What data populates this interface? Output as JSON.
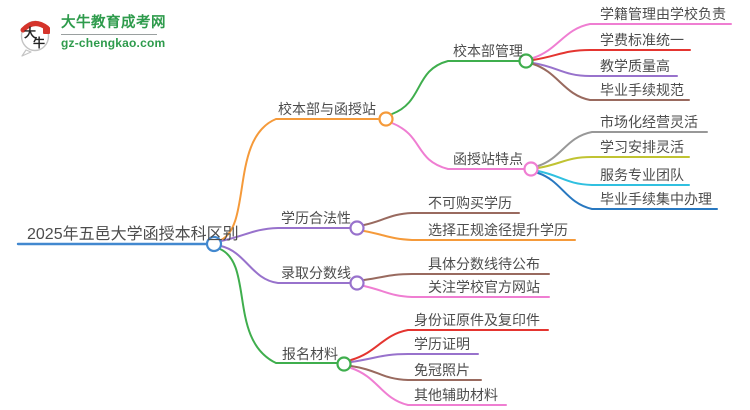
{
  "logo": {
    "mark_top": "大",
    "mark_bottom": "牛",
    "brand": "大牛教育成考网",
    "domain": "gz-chengkao.com"
  },
  "palette": {
    "blue": "#4288cf",
    "orange": "#f59a3a",
    "green": "#3fae4d",
    "pink": "#ef7ed2",
    "purple": "#9872cc",
    "red": "#e43530",
    "brown": "#996a5f",
    "gray": "#989898",
    "olive": "#c0c332",
    "cyan": "#30c0e0",
    "blue2": "#2878c0",
    "text": "#4d4d4d",
    "logo-green": "#2e9b4c",
    "logo-red": "#d5342b"
  },
  "mindmap": {
    "root": {
      "label": "2025年五邑大学函授本科区别",
      "color": "#4288cf"
    },
    "branches": [
      {
        "label": "校本部与函授站",
        "color": "#f59a3a",
        "children": [
          {
            "label": "校本部管理",
            "color": "#3fae4d",
            "children": [
              {
                "label": "学籍管理由学校负责",
                "color": "#ef7ed2"
              },
              {
                "label": "学费标准统一",
                "color": "#e43530"
              },
              {
                "label": "教学质量高",
                "color": "#9872cc"
              },
              {
                "label": "毕业手续规范",
                "color": "#996a5f"
              }
            ]
          },
          {
            "label": "函授站特点",
            "color": "#ef7ed2",
            "children": [
              {
                "label": "市场化经营灵活",
                "color": "#989898"
              },
              {
                "label": "学习安排灵活",
                "color": "#c0c332"
              },
              {
                "label": "服务专业团队",
                "color": "#30c0e0"
              },
              {
                "label": "毕业手续集中办理",
                "color": "#2878c0"
              }
            ]
          }
        ]
      },
      {
        "label": "学历合法性",
        "color": "#9872cc",
        "children": [
          {
            "label": "不可购买学历",
            "color": "#996a5f"
          },
          {
            "label": "选择正规途径提升学历",
            "color": "#f59a3a"
          }
        ]
      },
      {
        "label": "录取分数线",
        "color": "#9872cc",
        "children": [
          {
            "label": "具体分数线待公布",
            "color": "#996a5f"
          },
          {
            "label": "关注学校官方网站",
            "color": "#ef7ed2"
          }
        ]
      },
      {
        "label": "报名材料",
        "color": "#3fae4d",
        "children": [
          {
            "label": "身份证原件及复印件",
            "color": "#e43530"
          },
          {
            "label": "学历证明",
            "color": "#9872cc"
          },
          {
            "label": "免冠照片",
            "color": "#996a5f"
          },
          {
            "label": "其他辅助材料",
            "color": "#ef7ed2"
          }
        ]
      }
    ]
  }
}
